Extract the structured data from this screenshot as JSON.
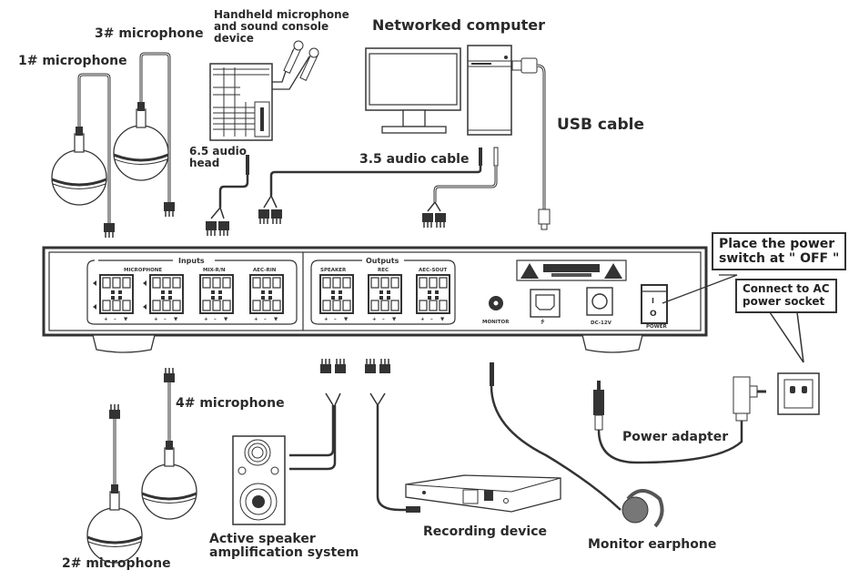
{
  "title": "Audio processor wiring diagram",
  "labels": {
    "mic1": "1# microphone",
    "mic2": "2# microphone",
    "mic3": "3# microphone",
    "mic4": "4# microphone",
    "handheld": [
      "Handheld microphone",
      "and sound console",
      "device"
    ],
    "audio_head": [
      "6.5 audio",
      "head"
    ],
    "computer": "Networked computer",
    "usb_cable": "USB cable",
    "audio_cable": "3.5 audio cable",
    "speaker": [
      "Active  speaker",
      "amplification system"
    ],
    "recording": "Recording  device",
    "earphone": "Monitor  earphone",
    "power_adapter": "Power adapter"
  },
  "callouts": {
    "power_switch": [
      "Place the power",
      "switch at \" OFF \""
    ],
    "ac_socket": [
      "Connect to AC",
      "power socket"
    ]
  },
  "panel": {
    "inputs_title": "Inputs",
    "outputs_title": "Outputs",
    "inputs": [
      "MICROPHONE",
      "MIX-R/N",
      "AEC-RIN"
    ],
    "outputs": [
      "SPEAKER",
      "REC",
      "AEC-SOUT"
    ],
    "pin_marks": [
      "+",
      "–",
      "▼"
    ],
    "monitor": "MONITOR",
    "usb_symbol": "⭍",
    "dc": "DC-12V",
    "power": "POWER",
    "switch_on": "I",
    "switch_off": "O"
  },
  "colors": {
    "line": "#333333",
    "panel_fill": "#ffffff",
    "text": "#2a2a2a"
  }
}
